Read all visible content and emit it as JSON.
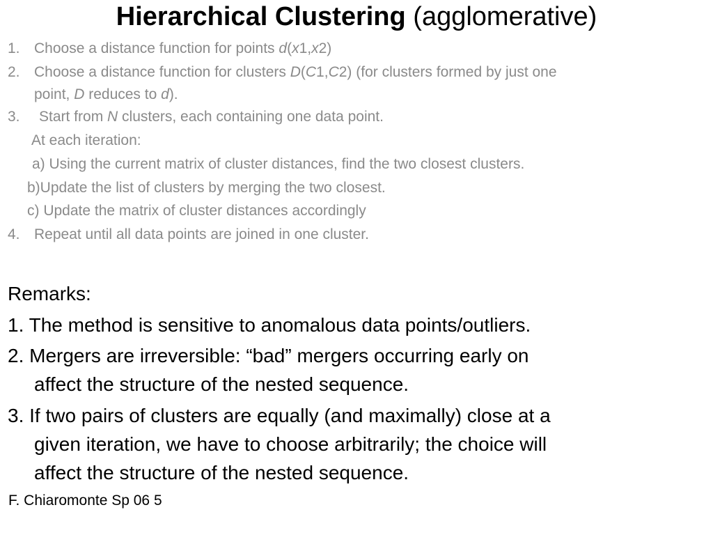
{
  "title": {
    "bold": "Hierarchical Clustering",
    "normal": " (agglomerative)"
  },
  "steps": {
    "s1": {
      "num": "1.",
      "text": "Choose a distance function for points ",
      "f": "d",
      "p1": "(",
      "a": "x",
      "p2": "1,",
      "b": "x",
      "p3": "2)"
    },
    "s2": {
      "num": "2.",
      "text": "Choose a distance function for clusters ",
      "f": "D",
      "p1": "(",
      "a": "C",
      "p2": "1,",
      "b": "C",
      "p3": "2)   (for clusters formed by just one",
      "cont_pre": "point, ",
      "cont_D": "D",
      "cont_mid": " reduces to ",
      "cont_d": "d",
      "cont_end": ")."
    },
    "s3": {
      "num": "3.",
      "pre": "Start from ",
      "N": "N",
      "post": " clusters, each containing one data point."
    },
    "iter": "At each iteration:",
    "sub_a": "a) Using the current matrix of cluster distances, find the two closest clusters.",
    "sub_b": "b)Update the list of clusters by merging the two closest.",
    "sub_c": "c) Update the matrix of cluster distances accordingly",
    "s4": {
      "num": "4.",
      "text": "Repeat until all data points are joined in one cluster."
    }
  },
  "remarks": {
    "heading": "Remarks:",
    "r1": "1. The method is sensitive to anomalous data points/outliers.",
    "r2_l1": "2.  Mergers are irreversible: “bad” mergers occurring early on",
    "r2_l2": "affect the structure of the nested sequence.",
    "r3_l1": "3.  If two pairs of clusters are equally (and maximally) close at a",
    "r3_l2": "given iteration, we have to choose arbitrarily; the choice will",
    "r3_l3": "affect the structure of the nested sequence."
  },
  "footer": "F. Chiaromonte Sp 06 5"
}
